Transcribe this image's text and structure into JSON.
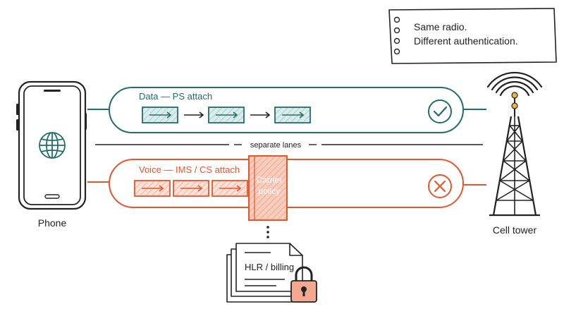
{
  "note": {
    "line1": "Same radio.",
    "line2": "Different authentication."
  },
  "phone": {
    "label": "Phone",
    "icon": "globe-icon"
  },
  "tower": {
    "label": "Cell tower",
    "icon": "cell-tower-icon"
  },
  "lanes": {
    "data": {
      "label": "Data — PS attach",
      "status": "success",
      "status_icon": "check-circle-icon"
    },
    "voice": {
      "label": "Voice — IMS / CS attach",
      "status": "blocked",
      "status_icon": "x-circle-icon"
    },
    "divider_label": "separate lanes"
  },
  "gate": {
    "line1": "Carrier",
    "line2": "policy"
  },
  "backend": {
    "label": "HLR / billing",
    "icon": "padlock-icon"
  },
  "colors": {
    "data": "#1f6e6c",
    "voice": "#e8552b",
    "ink": "#222222",
    "gate_fill": "#f7c9b8",
    "lock_fill": "#f3a98f"
  }
}
